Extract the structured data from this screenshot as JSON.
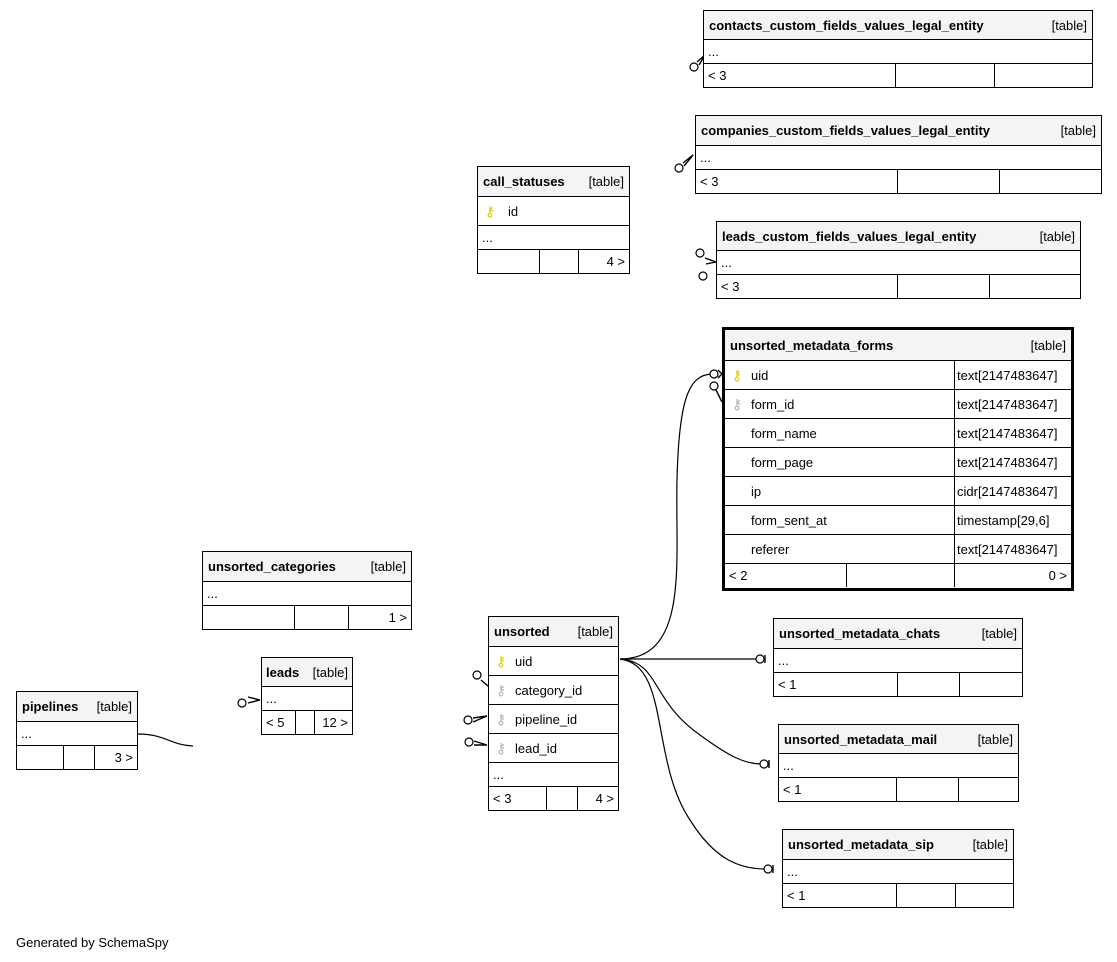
{
  "labels": {
    "table": "[table]",
    "ellipsis": "...",
    "pk_icon": "primary-key-icon",
    "fk_icon": "foreign-key-icon"
  },
  "colors": {
    "pk": "#e0c800",
    "fk": "#b0b0b0",
    "header_bg": "#f4f4f4"
  },
  "tables": {
    "contacts_cfv": {
      "name": "contacts_custom_fields_values_legal_entity",
      "footer": [
        "< 3",
        "",
        ""
      ]
    },
    "companies_cfv": {
      "name": "companies_custom_fields_values_legal_entity",
      "footer": [
        "< 3",
        "",
        ""
      ]
    },
    "leads_cfv": {
      "name": "leads_custom_fields_values_legal_entity",
      "footer": [
        "< 3",
        "",
        ""
      ]
    },
    "call_statuses": {
      "name": "call_statuses",
      "columns": [
        {
          "name": "id"
        }
      ],
      "footer": [
        "",
        "",
        "4 >"
      ]
    },
    "metadata_forms": {
      "name": "unsorted_metadata_forms",
      "columns": [
        {
          "name": "uid",
          "type": "text[2147483647]"
        },
        {
          "name": "form_id",
          "type": "text[2147483647]"
        },
        {
          "name": "form_name",
          "type": "text[2147483647]"
        },
        {
          "name": "form_page",
          "type": "text[2147483647]"
        },
        {
          "name": "ip",
          "type": "cidr[2147483647]"
        },
        {
          "name": "form_sent_at",
          "type": "timestamp[29,6]"
        },
        {
          "name": "referer",
          "type": "text[2147483647]"
        }
      ],
      "footer": [
        "< 2",
        "",
        "0 >"
      ]
    },
    "unsorted_categories": {
      "name": "unsorted_categories",
      "footer": [
        "",
        "",
        "1 >"
      ]
    },
    "leads": {
      "name": "leads",
      "footer": [
        "< 5",
        "",
        "12 >"
      ]
    },
    "pipelines": {
      "name": "pipelines",
      "footer": [
        "",
        "",
        "3 >"
      ]
    },
    "unsorted": {
      "name": "unsorted",
      "columns": [
        {
          "name": "uid"
        },
        {
          "name": "category_id"
        },
        {
          "name": "pipeline_id"
        },
        {
          "name": "lead_id"
        }
      ],
      "footer": [
        "< 3",
        "",
        "4 >"
      ]
    },
    "metadata_chats": {
      "name": "unsorted_metadata_chats",
      "footer": [
        "< 1",
        "",
        ""
      ]
    },
    "metadata_mail": {
      "name": "unsorted_metadata_mail",
      "footer": [
        "< 1",
        "",
        ""
      ]
    },
    "metadata_sip": {
      "name": "unsorted_metadata_sip",
      "footer": [
        "< 1",
        "",
        ""
      ]
    }
  },
  "credit": "Generated by SchemaSpy"
}
